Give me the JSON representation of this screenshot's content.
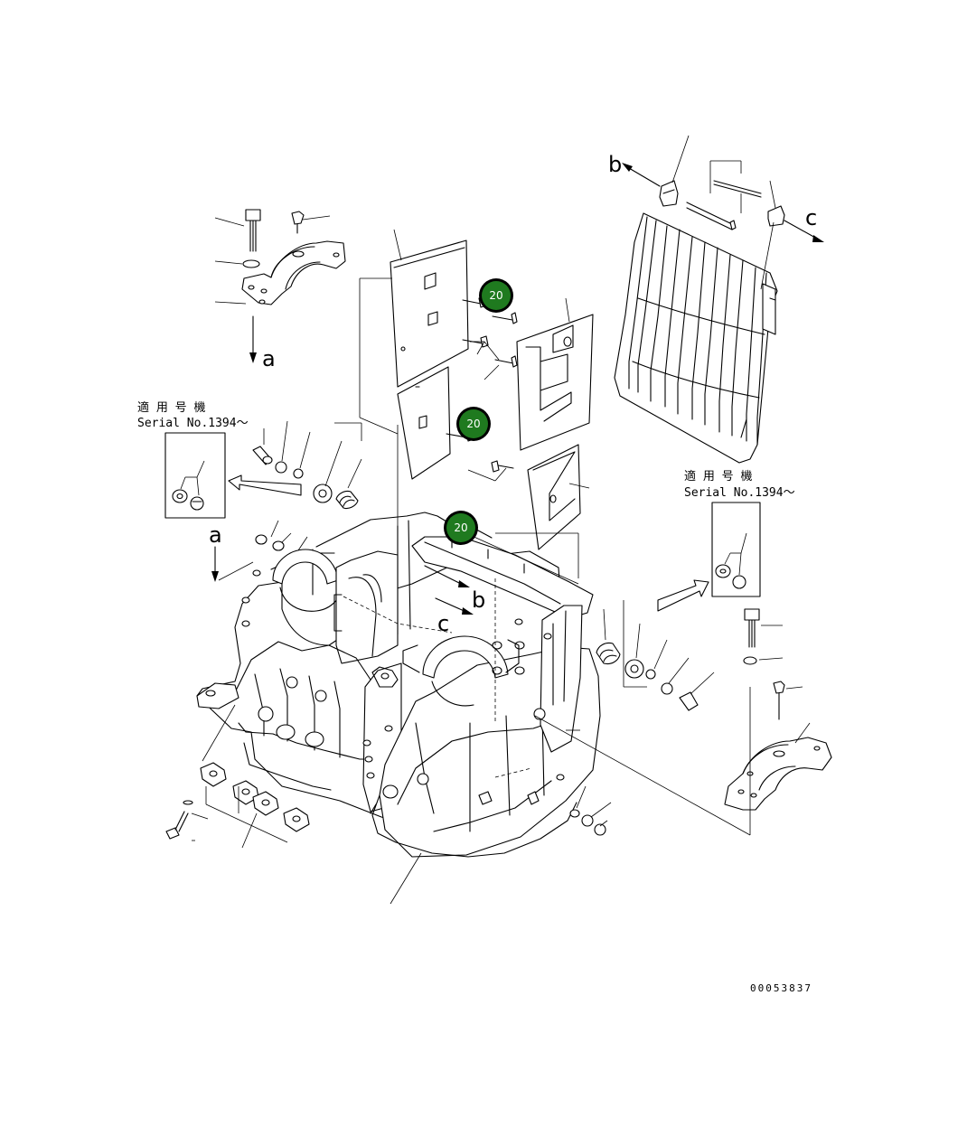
{
  "diagram": {
    "drawing_number": "00053837",
    "serial_note": {
      "heading": "適 用 号 機",
      "serial": "Serial No.1394～"
    },
    "view_letters": {
      "a": "a",
      "b": "b",
      "c": "c"
    },
    "callouts": [
      {
        "label": "20"
      },
      {
        "label": "20"
      },
      {
        "label": "20"
      }
    ]
  }
}
